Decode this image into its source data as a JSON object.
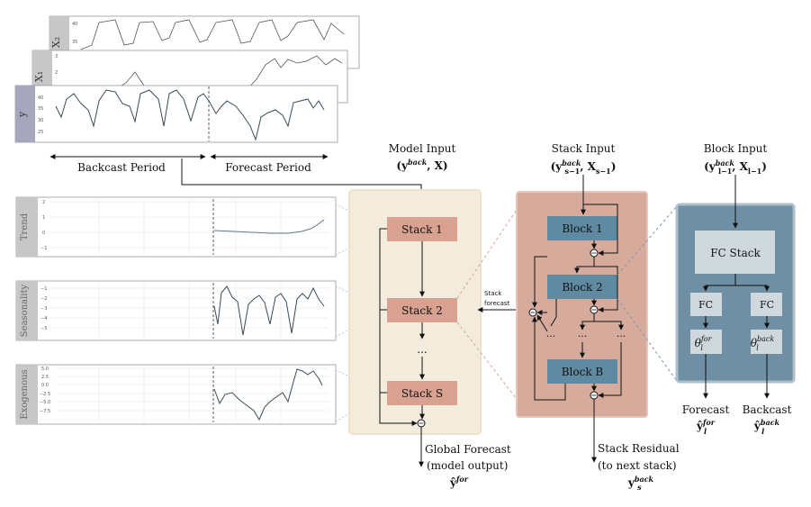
{
  "inputs": {
    "panels": [
      {
        "tag": "X₂",
        "ticks": [
          "40",
          "35"
        ]
      },
      {
        "tag": "X₁",
        "ticks": [
          "3",
          "2"
        ]
      },
      {
        "tag": "y",
        "ticks": [
          "40",
          "35",
          "30",
          "25"
        ]
      }
    ],
    "backcast_label": "Backcast Period",
    "forecast_label": "Forecast Period"
  },
  "components": [
    {
      "tag": "Trend",
      "ticks": [
        "2",
        "1",
        "0",
        "−1"
      ]
    },
    {
      "tag": "Seasonality",
      "ticks": [
        "−1",
        "−2",
        "−3",
        "−4",
        "−5"
      ]
    },
    {
      "tag": "Exogenous",
      "ticks": [
        "5.0",
        "2.5",
        "0.0",
        "−2.5",
        "−5.0",
        "−7.5"
      ]
    }
  ],
  "model": {
    "input_title": "Model Input",
    "input_math": "(y",
    "input_sup": "back",
    "input_tail": ", X)",
    "stacks": [
      "Stack 1",
      "Stack 2",
      "Stack S"
    ],
    "dots": "...",
    "output_line1": "Global Forecast",
    "output_line2": "(model output)",
    "output_math": "ŷ",
    "output_sup": "for",
    "stack_forecast_line1": "Stack",
    "stack_forecast_line2": "forecast"
  },
  "stack_detail": {
    "input_title": "Stack Input",
    "input_math": "(y",
    "input_sup": "back",
    "input_sub": "s−1",
    "input_mid": ", X",
    "input_sub2": "s−1",
    "input_tail": ")",
    "blocks": [
      "Block 1",
      "Block 2",
      "Block B"
    ],
    "residual_line1": "Stack Residual",
    "residual_line2": "(to next stack)",
    "residual_math": "y",
    "residual_sup": "back",
    "residual_sub": "s"
  },
  "block_detail": {
    "input_title": "Block Input",
    "input_math": "(y",
    "input_sup": "back",
    "input_sub": "l−1",
    "input_mid": ", X",
    "input_sub2": "l−1",
    "input_tail": ")",
    "fc_stack": "FC Stack",
    "fc_left": "FC",
    "fc_right": "FC",
    "theta": "θ",
    "theta_for_sup": "for",
    "theta_back_sup": "back",
    "theta_sub": "l",
    "forecast_label": "Forecast",
    "forecast_math": "ŷ",
    "forecast_sup": "for",
    "forecast_sub": "l",
    "backcast_label": "Backcast",
    "backcast_math": "ŷ",
    "backcast_sup": "back",
    "backcast_sub": "l"
  },
  "colors": {
    "model_bg": "#f3ebdc",
    "stack_box": "#d9a18f",
    "stack_panel": "#d6ab9c",
    "block_box": "#5f8aa1",
    "block_panel": "#6f8fa5",
    "fc_box": "#cfd8dc",
    "tag_bg": "#c7c7c7",
    "y_tag": "#a6a6bc"
  }
}
